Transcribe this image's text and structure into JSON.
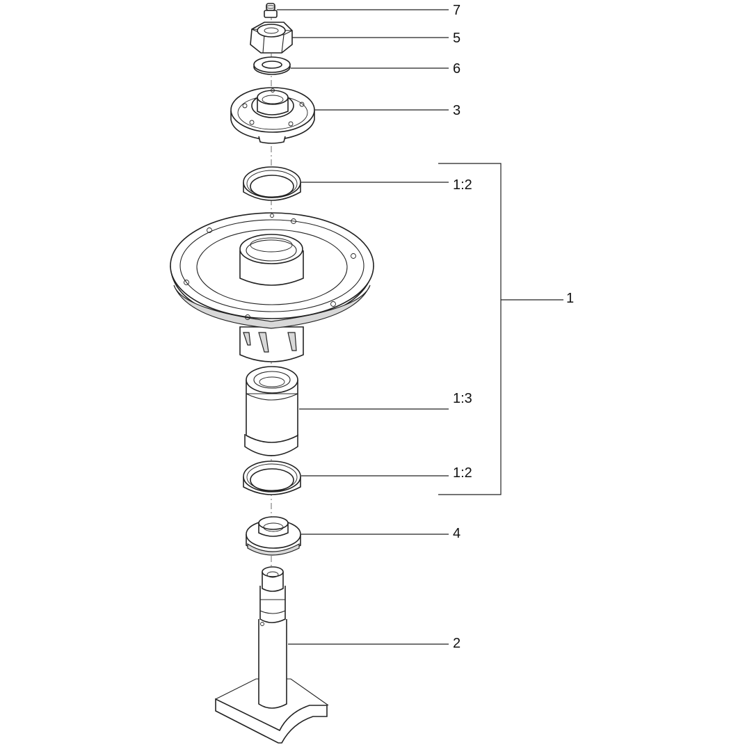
{
  "callouts": [
    {
      "id": "7",
      "text": "7"
    },
    {
      "id": "5",
      "text": "5"
    },
    {
      "id": "6",
      "text": "6"
    },
    {
      "id": "3",
      "text": "3"
    },
    {
      "id": "1-2-top",
      "text": "1:2"
    },
    {
      "id": "1",
      "text": "1"
    },
    {
      "id": "1-3",
      "text": "1:3"
    },
    {
      "id": "1-2-bottom",
      "text": "1:2"
    },
    {
      "id": "4",
      "text": "4"
    },
    {
      "id": "2",
      "text": "2"
    }
  ]
}
